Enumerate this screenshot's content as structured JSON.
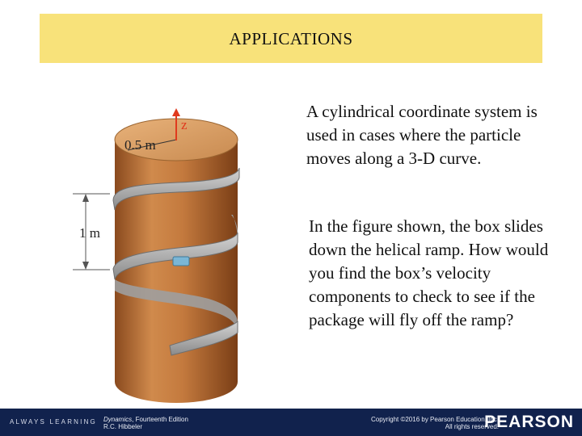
{
  "header": {
    "title": "APPLICATIONS"
  },
  "figure": {
    "radius_label": "0.5 m",
    "axis_label": "z",
    "pitch_label": "1 m"
  },
  "body": {
    "paragraph1": "A cylindrical coordinate system is used in cases where the particle moves along a 3-D curve.",
    "paragraph2": "In the figure shown, the box slides down the helical ramp. How would you find the box’s velocity components to check to see if the package will fly off the ramp?"
  },
  "footer": {
    "brand_left": "ALWAYS LEARNING",
    "book_title": "Dynamics",
    "edition_suffix": ", Fourteenth Edition",
    "author": "R.C. Hibbeler",
    "copyright_line1": "Copyright ©2016 by Pearson Education, Inc.",
    "copyright_line2": "All rights reserved.",
    "brand_right": "PEARSON"
  },
  "colors": {
    "title_bar": "#f8e27a",
    "cylinder": "#c47a3e",
    "ramp": "#a9a9a9",
    "axis_arrow": "#e03a1e",
    "footer_bg": "#11224d"
  }
}
